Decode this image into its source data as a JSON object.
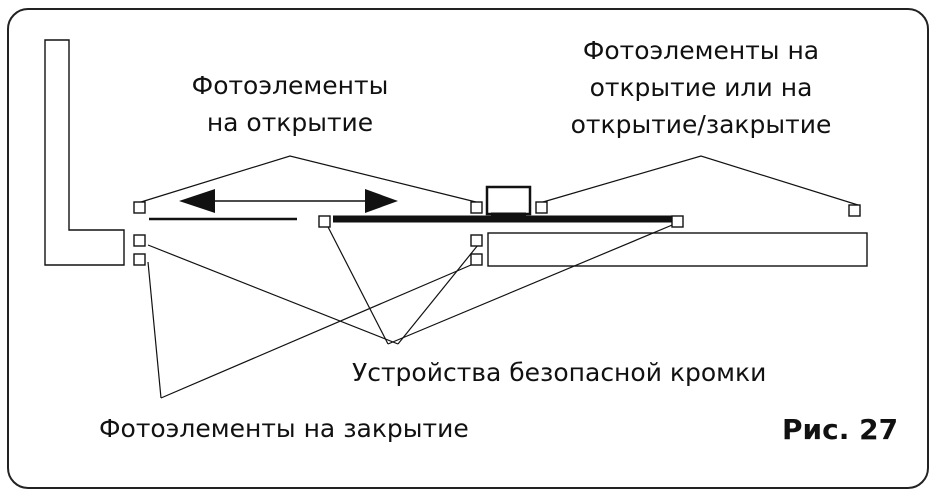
{
  "labels": {
    "photo_opening_line1": "Фотоэлементы",
    "photo_opening_line2": "на открытие",
    "photo_opening_or_close_line1": "Фотоэлементы на",
    "photo_opening_or_close_line2": "открытие или на",
    "photo_opening_or_close_line3": "открытие/закрытие",
    "safety_edge": "Устройства безопасной кромки",
    "photo_closing": "Фотоэлементы на закрытие",
    "figure": "Рис. 27"
  },
  "colors": {
    "ink": "#111111",
    "background": "#ffffff"
  },
  "icons": {
    "motion_arrow": "double-headed-arrow",
    "sensor": "square-photocell"
  }
}
